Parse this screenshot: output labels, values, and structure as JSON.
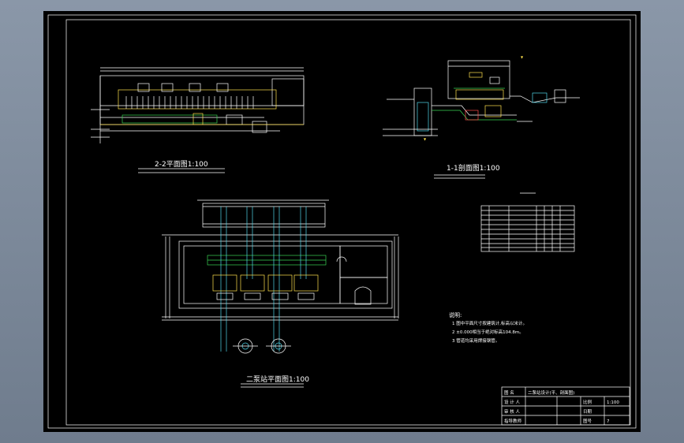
{
  "drawing": {
    "titles": {
      "section_2_2": "2-2平面图1:100",
      "section_1_1": "1-1剖面图1:100",
      "plan": "二泵站平面图1:100"
    },
    "notes": {
      "heading": "说明:",
      "items": [
        "1  图中平面尺寸按建筑计,标高以米计。",
        "2  ±0.000相当于绝对标高104.8m。",
        "3  管道均采用焊接钢管。"
      ]
    },
    "title_block": {
      "project": "二泵站设计(平、剖面图)",
      "scale": "1:100",
      "sheet": "7",
      "rows": [
        [
          "图  名",
          "二泵站设计(平、剖面图)",
          "",
          ""
        ],
        [
          "设 计 人",
          "",
          "比例",
          "1:100"
        ],
        [
          "审 核 人",
          "",
          "日期",
          ""
        ],
        [
          "指导教师",
          "",
          "图号",
          "7"
        ]
      ]
    },
    "colors": {
      "background": "#000000",
      "lines": "#ffffff",
      "accent_yellow": "#ffe14d",
      "accent_green": "#39d353",
      "accent_cyan": "#4fd6e8",
      "accent_red": "#ff4b4b",
      "window_frame": "#7b8899"
    }
  }
}
